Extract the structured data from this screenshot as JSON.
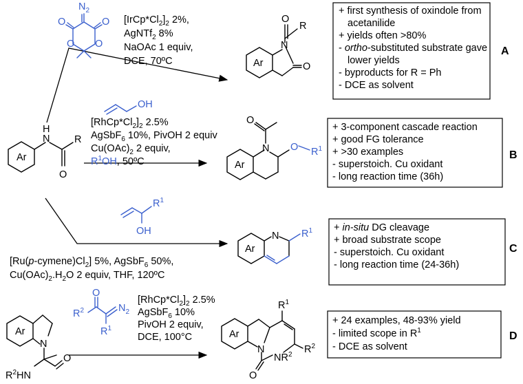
{
  "colors": {
    "ink": "#000000",
    "accent_blue": "#3a5fcd"
  },
  "atoms": {
    "N": "N",
    "H": "H",
    "O": "O",
    "R": "R",
    "Ar": "Ar",
    "N2": "N",
    "R1": "R",
    "R2": "R",
    "HN": "HN",
    "OH": "OH",
    "sup1": "1",
    "sup2": "2",
    "sub2": "2"
  },
  "route_a": {
    "cond1": "[IrCp*Cl",
    "cond1_tail": "]",
    "cond1_end": " 2%,",
    "cond2": "AgNTf",
    "cond2_end": " 8%",
    "cond3": "NaOAc 1 equiv,",
    "cond4": "DCE, 70ºC",
    "box": [
      "+ first synthesis of oxindole from",
      "acetanilide",
      "+ yields often >80%",
      "- ortho-substituted substrate gave",
      "lower yields",
      "- byproducts for R = Ph",
      "- DCE as solvent"
    ],
    "box_italic": "ortho",
    "label": "A"
  },
  "route_b": {
    "cond1": "[RhCp*Cl",
    "cond1_end": " 2.5%",
    "cond2": "AgSbF",
    "cond2_sub": "6",
    "cond2_end": " 10%, PivOH 2 equiv",
    "cond3": "Cu(OAc)",
    "cond3_end": " 2 equiv,",
    "cond4_blue": "R",
    "cond4_blue2": "OH",
    "cond4_end": ", 50ºC",
    "box": [
      "+ 3-component cascade reaction",
      "+ good FG tolerance",
      "+ >30 examples",
      "- superstoich. Cu oxidant",
      "- long reaction time (36h)"
    ],
    "label": "B"
  },
  "route_c": {
    "cond1a": "[Ru(",
    "cond1_italic": "p",
    "cond1b": "-cymene)Cl",
    "cond1_end": "] 5%, AgSbF",
    "cond1_end2": " 50%,",
    "cond2": "Cu(OAc)",
    "cond2_end": ".H",
    "cond2_end2": "O 2 equiv, THF, 120ºC",
    "box": [
      "in-situ",
      " DG cleavage",
      "+ broad substrate scope",
      "- superstoich. Cu oxidant",
      "- long reaction time (24-36h)"
    ],
    "box_prefix": "+ ",
    "label": "C"
  },
  "route_d": {
    "cond1": "[RhCp*Cl",
    "cond1_end": " 2.5%",
    "cond2": "AgSbF",
    "cond2_end": " 10%",
    "cond3": "PivOH 2 equiv,",
    "cond4": "DCE, 100°C",
    "box": [
      "+ 24 examples, 48-93% yield",
      "- limited scope in R",
      "- DCE as solvent"
    ],
    "label": "D"
  }
}
